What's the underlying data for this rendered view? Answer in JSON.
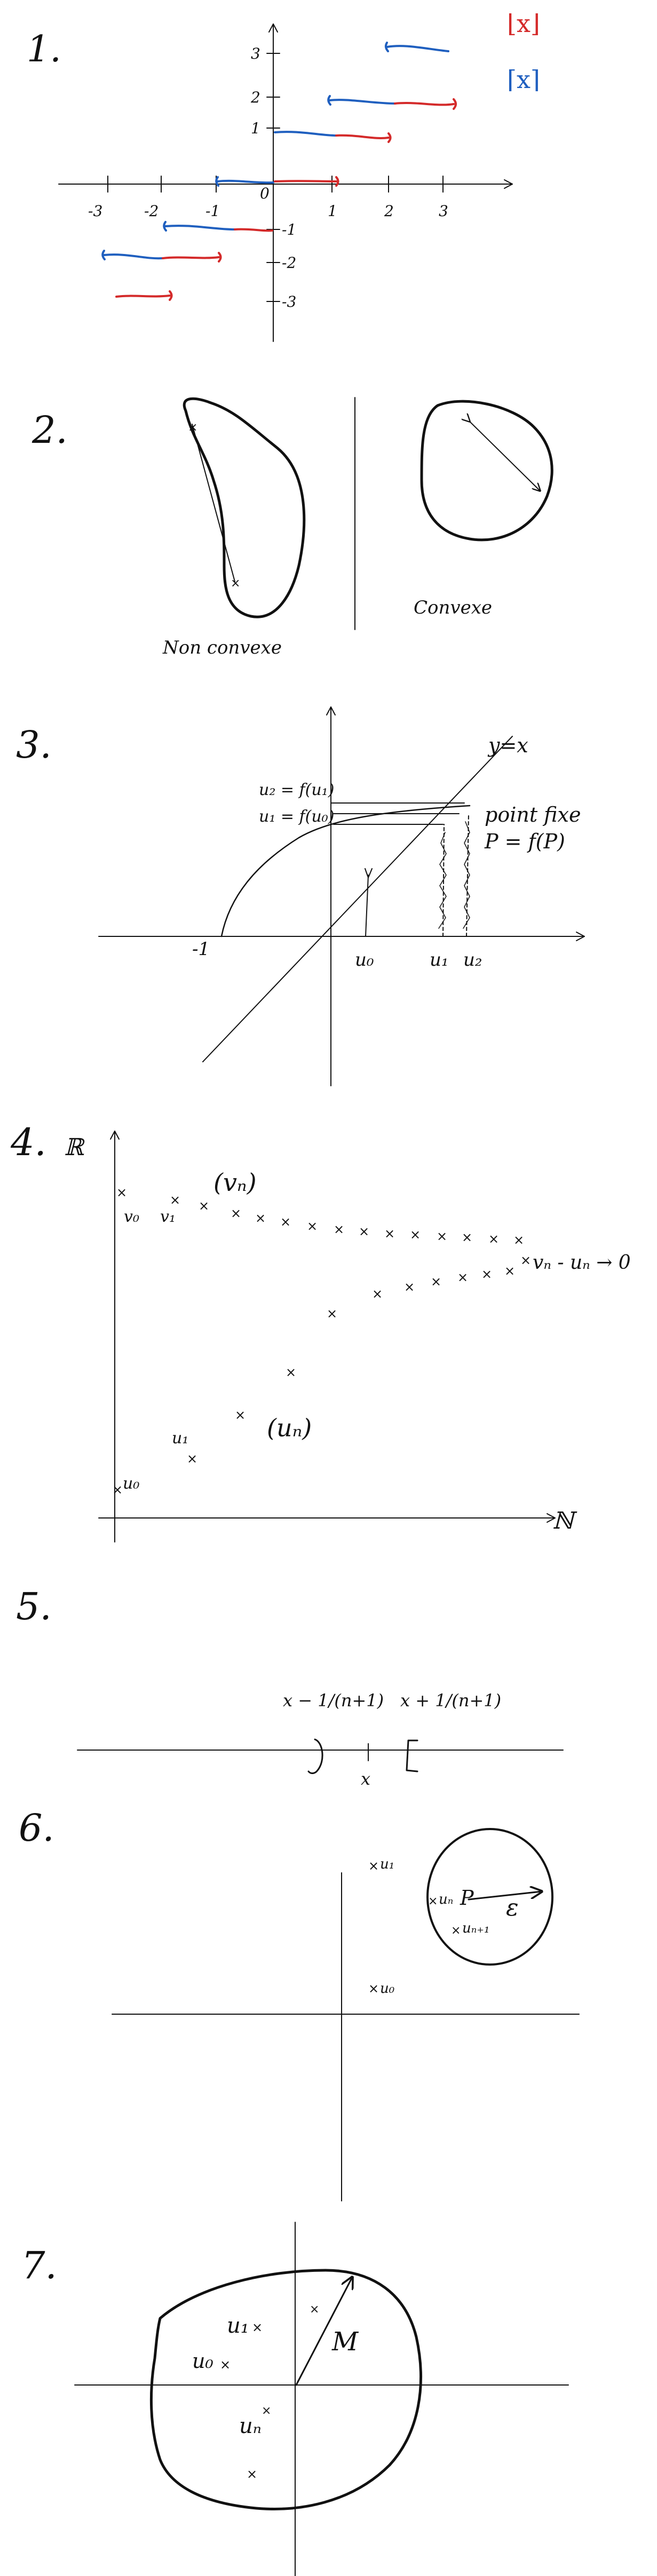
{
  "colors": {
    "ink": "#111111",
    "blue": "#1f5fbf",
    "red": "#d42a2a",
    "paper": "#ffffff"
  },
  "sections": {
    "s1": {
      "number": "1.",
      "legend": {
        "floor": "⌊x⌋",
        "ceil": "⌈x⌉"
      },
      "x_ticks": [
        "-3",
        "-2",
        "-1",
        "0",
        "1",
        "2",
        "3"
      ],
      "y_ticks": [
        "3",
        "2",
        "1",
        "-1",
        "-2",
        "-3"
      ]
    },
    "s2": {
      "number": "2.",
      "left_label": "Non convexe",
      "right_label": "Convexe"
    },
    "s3": {
      "number": "3.",
      "line_label": "y=x",
      "label_u2": "u₂ = f(u₁)",
      "label_u1": "u₁ = f(u₀)",
      "fixed_point_1": "point fixe",
      "fixed_point_2": "P = f(P)",
      "tick_minus1": "-1",
      "tick_u0": "u₀",
      "tick_u1": "u₁",
      "tick_u2": "u₂"
    },
    "s4": {
      "number": "4.",
      "y_axis": "ℝ",
      "x_axis": "ℕ",
      "upper_seq": "(vₙ)",
      "lower_seq": "(uₙ)",
      "v0": "v₀",
      "v1": "v₁",
      "u0": "u₀",
      "u1": "u₁",
      "limit": "vₙ - uₙ → 0"
    },
    "s5": {
      "number": "5.",
      "left_bound": "x − 1/(n+1)",
      "right_bound": "x + 1/(n+1)",
      "center": "x"
    },
    "s6": {
      "number": "6.",
      "u1": "u₁",
      "u0": "u₀",
      "un": "uₙ",
      "p": "P",
      "eps": "ε",
      "un1": "uₙ₊₁"
    },
    "s7": {
      "number": "7.",
      "u1": "u₁",
      "u0": "u₀",
      "un": "uₙ",
      "radius": "M"
    }
  }
}
